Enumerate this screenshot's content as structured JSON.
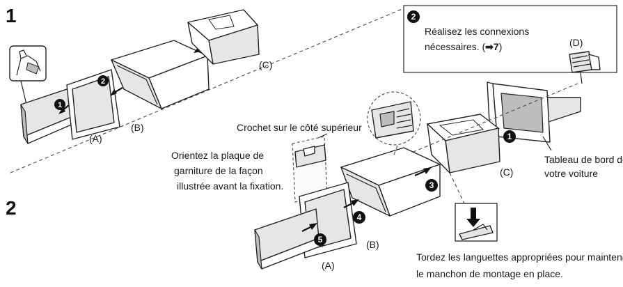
{
  "steps": {
    "step1": "1",
    "step2": "2"
  },
  "labels": {
    "part_a": "(A)",
    "part_b": "(B)",
    "part_c": "(C)",
    "part_d": "(D)"
  },
  "badges": {
    "n1": "1",
    "n2": "2",
    "n3": "3",
    "n4": "4",
    "n5": "5"
  },
  "callout": {
    "badge": "2",
    "line1": "Réalisez les connexions",
    "line2": "nécessaires. (",
    "ref_arrow": "➡",
    "ref_page": "7",
    "ref_close": ")"
  },
  "notes": {
    "hook_label": "Crochet sur le côté supérieur",
    "orient_1": "Orientez la plaque de",
    "orient_2": "garniture de la façon",
    "orient_3": "illustrée avant la fixation.",
    "dashboard_1": "Tableau de bord de",
    "dashboard_2": "votre voiture",
    "tabs_1": "Tordez les languettes appropriées pour maintenir",
    "tabs_2": "le manchon de montage en place."
  }
}
